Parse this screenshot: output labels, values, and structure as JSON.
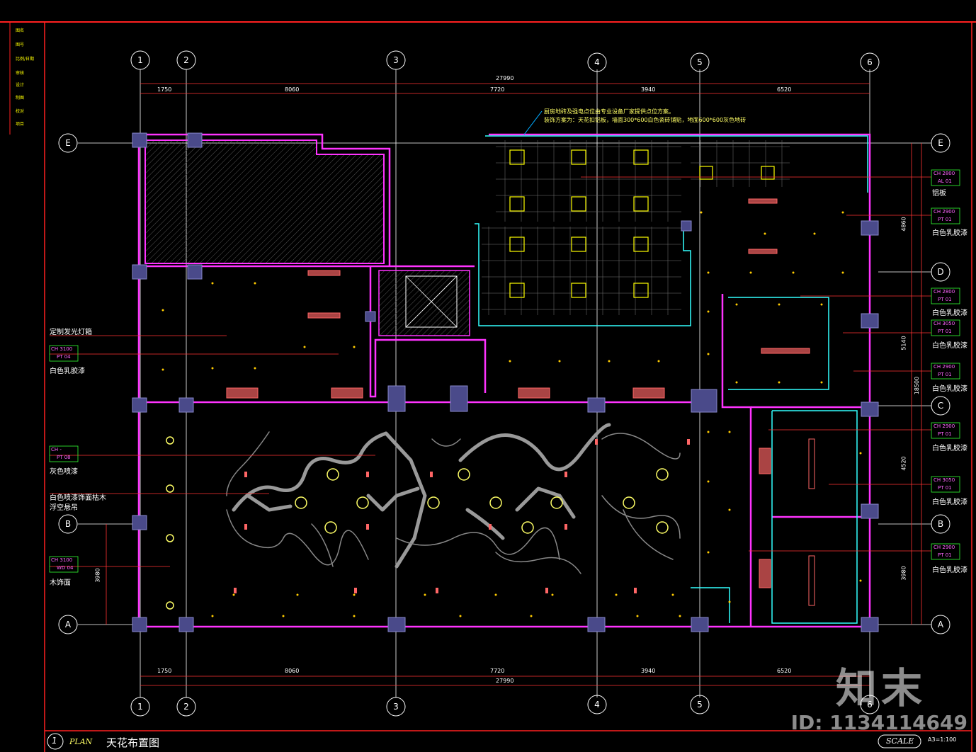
{
  "drawing": {
    "title": "天花布置图",
    "plan_tag": "PLAN",
    "plan_number": "1",
    "scale_label": "SCALE",
    "scale_value": "A3=1:100",
    "note_line1": "厨房地砖及强电点位由专业设备厂家提供点位方案。",
    "note_line2": "装饰方案为：天花扣铝板，墙面300*600白色瓷砖铺贴，地面600*600灰色地砖"
  },
  "watermark": {
    "logo": "知末",
    "id": "ID: 1134114649"
  },
  "grid": {
    "columns": [
      "1",
      "2",
      "3",
      "4",
      "5",
      "6"
    ],
    "rows": [
      "E",
      "D",
      "C",
      "B",
      "A"
    ]
  },
  "dimensions": {
    "total": "27990",
    "segments": [
      "1750",
      "8060",
      "7720",
      "3940",
      "6520"
    ],
    "right": [
      "4860",
      "5140",
      "4520",
      "3980"
    ],
    "right_total": "18500",
    "left": "3980"
  },
  "left_tags": [
    {
      "code": "CH 3100",
      "sub": "PT 04",
      "label": "白色乳胶漆"
    },
    {
      "code": "CH -",
      "sub": "PT 08",
      "label": "灰色喷漆"
    },
    {
      "code": "CH 3100",
      "sub": "WD 04",
      "label": "木饰面"
    }
  ],
  "left_notes": [
    "定制发光灯箱",
    "白色喷漆饰面枯木",
    "浮空悬吊"
  ],
  "right_tags": [
    {
      "code": "CH 2800",
      "sub": "AL 01",
      "label": "铝板"
    },
    {
      "code": "CH 2900",
      "sub": "PT 01",
      "label": "白色乳胶漆"
    },
    {
      "code": "CH 2800",
      "sub": "PT 01",
      "label": "白色乳胶漆"
    },
    {
      "code": "CH 3050",
      "sub": "PT 01",
      "label": "白色乳胶漆"
    },
    {
      "code": "CH 2900",
      "sub": "PT 01",
      "label": "白色乳胶漆"
    },
    {
      "code": "CH 2900",
      "sub": "PT 01",
      "label": "白色乳胶漆"
    },
    {
      "code": "CH 3050",
      "sub": "PT 01",
      "label": "白色乳胶漆"
    },
    {
      "code": "CH 2900",
      "sub": "PT 01",
      "label": "白色乳胶漆"
    }
  ],
  "legend": [
    "图名",
    "图号",
    "比例/日期",
    "审核",
    "设计",
    "制图",
    "校对",
    "项目"
  ],
  "colors": {
    "wall": "#ff33ff",
    "column": "#4a4a8a",
    "frame": "#ff2020",
    "fixture": "#ffff00",
    "duct": "#33ffff",
    "branch": "#999999"
  }
}
